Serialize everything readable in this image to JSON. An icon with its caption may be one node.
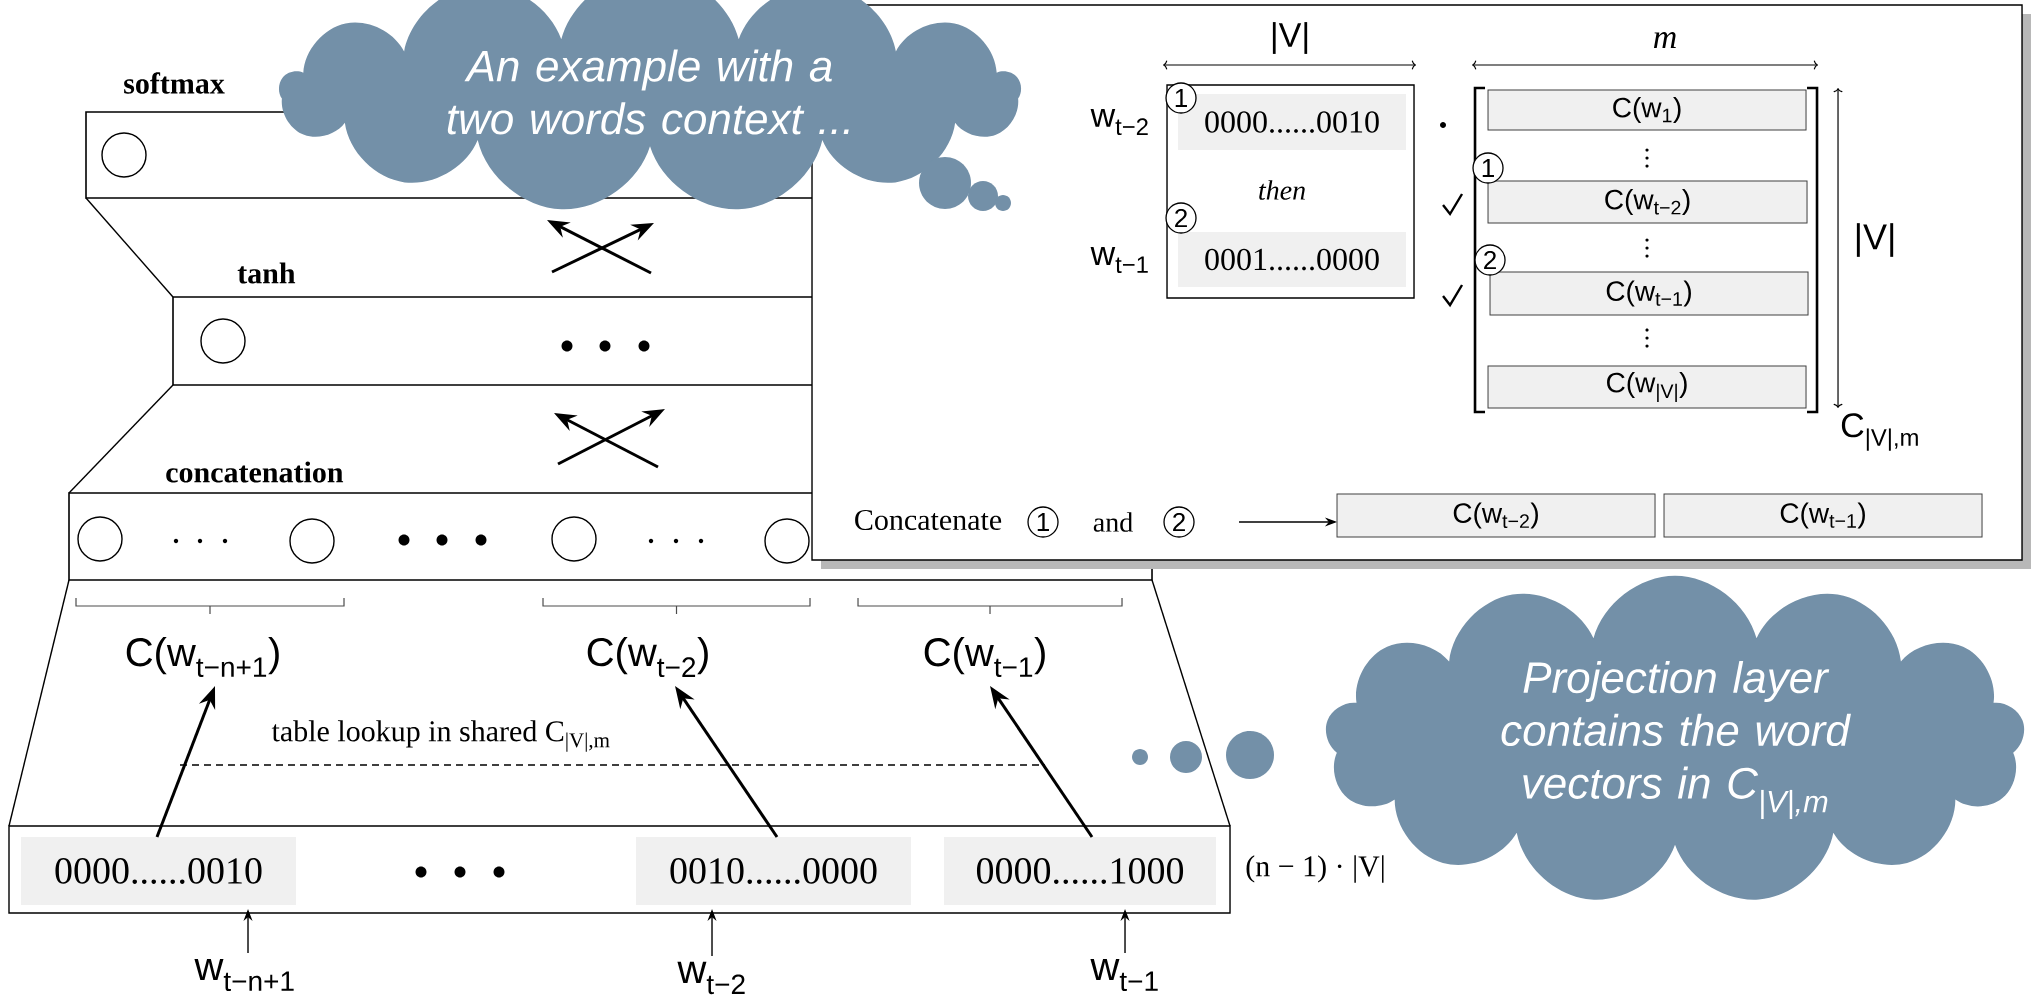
{
  "diagram": {
    "nodes": [
      {
        "text": [
          "softmax"
        ]
      },
      {
        "text": [
          "tanh"
        ]
      },
      {
        "text": [
          "concatenation"
        ]
      },
      {
        "text": [
          "C(w$_{t−n+1}$)"
        ]
      },
      {
        "text": [
          "C(w$_{t−2}$)"
        ]
      },
      {
        "text": [
          "C(w$_{t−1}$)"
        ]
      },
      {
        "text": [],
        "shape": "box",
        "beside": [
          "(n − 1) · |V|"
        ]
      },
      {
        "text": [
          "0000......0010"
        ],
        "in": 6
      },
      {
        "text": [
          "0010......0000"
        ],
        "in": 6
      },
      {
        "text": [
          "0000......1000"
        ],
        "in": 6
      },
      {
        "text": [
          "w$_{t−n+1}$"
        ]
      },
      {
        "text": [
          "w$_{t−2}$"
        ]
      },
      {
        "text": [
          "w$_{t−1}$"
        ]
      },
      {
        "text": [
          "An example with a two words context ..."
        ]
      },
      {
        "text": [],
        "shape": "box"
      },
      {
        "text": [],
        "shape": "box",
        "in": 14
      },
      {
        "text": [
          "0000......0010"
        ],
        "in": 15
      },
      {
        "text": [
          "0001......0000"
        ],
        "in": 15
      },
      {
        "text": [
          "1"
        ],
        "in": 15
      },
      {
        "text": [
          "2"
        ],
        "in": 15
      },
      {
        "text": [
          "C(w$_{1}$)"
        ],
        "in": 14
      },
      {
        "text": [
          "C(w$_{t−2}$)"
        ],
        "in": 14
      },
      {
        "text": [
          "C(w$_{t−1}$)"
        ],
        "in": 14
      },
      {
        "text": [
          "C(w$_{|V|}$)"
        ],
        "in": 14
      },
      {
        "text": [
          "1"
        ],
        "in": 14
      },
      {
        "text": [
          "2"
        ],
        "in": 14
      },
      {
        "text": [
          "1"
        ]
      },
      {
        "text": [
          "2"
        ],
        "in": 14
      },
      {
        "text": [
          "C(w$_{t−2}$)"
        ],
        "in": 14
      },
      {
        "text": [
          "C(w$_{t−1}$)"
        ],
        "in": 14
      },
      {
        "text": [
          "Projection layer contains the word vectors in C$_{|V|,m}$"
        ]
      }
    ],
    "edges": [
      {
        "from": 2,
        "to": 1,
        "arrow": "to"
      },
      {
        "from": 2,
        "to": 1,
        "arrow": "to"
      },
      {
        "from": 1,
        "to": 0,
        "arrow": "to"
      },
      {
        "from": 1,
        "to": 0,
        "arrow": "to"
      },
      {
        "from": 0,
        "to": 1,
        "arrow": "none"
      },
      {
        "from": 1,
        "to": 2,
        "arrow": "none"
      },
      {
        "from": 2,
        "to": 6,
        "arrow": "none"
      },
      {
        "from": 2,
        "to": 6,
        "arrow": "none"
      },
      {
        "from": 7,
        "to": 3,
        "arrow": "to"
      },
      {
        "from": 8,
        "to": 4,
        "arrow": "to"
      },
      {
        "from": 9,
        "to": 5,
        "arrow": "to"
      },
      {
        "from": 10,
        "to": 7,
        "arrow": "to"
      },
      {
        "from": 11,
        "to": 8,
        "arrow": "to"
      },
      {
        "from": 12,
        "to": 9,
        "arrow": "to"
      },
      {
        "from": 27,
        "to": 28,
        "arrow": "to"
      }
    ],
    "labels": [
      "|V|",
      "m",
      "w$_{t−2}$",
      "then",
      "w$_{t−1}$",
      "|V|",
      "C$_{|V|,m}$",
      "Concatenate",
      "and",
      "table lookup in shared C$_{|V|,m}$"
    ]
  }
}
